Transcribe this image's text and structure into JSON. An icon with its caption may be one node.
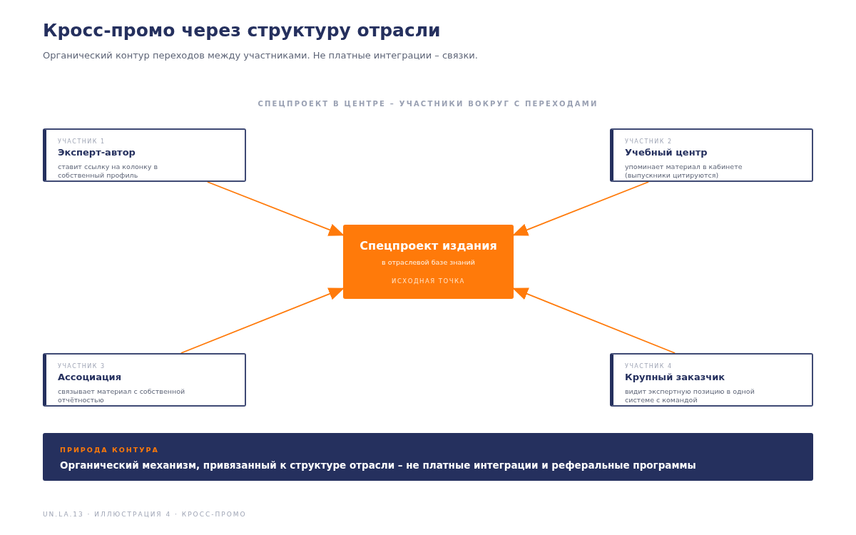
{
  "diagram": {
    "title": "Кросс-промо через структуру отрасли",
    "nodes": [
      {
        "text": [
          "УЧАСТНИК 1",
          "Эксперт-автор",
          "ставит ссылку на колонку в собственный профиль"
        ]
      },
      {
        "text": [
          "УЧАСТНИК 2",
          "Учебный центр",
          "упоминает материал в кабинете (выпускники цитируются)"
        ]
      },
      {
        "text": [
          "УЧАСТНИК 3",
          "Ассоциация",
          "связывает материал с собственной отчётностью"
        ]
      },
      {
        "text": [
          "УЧАСТНИК 4",
          "Крупный заказчик",
          "видит экспертную позицию в одной системе с командой"
        ]
      },
      {
        "text": [
          "Спецпроект издания",
          "в отраслевой базе знаний",
          "ИСХОДНАЯ ТОЧКА"
        ]
      },
      {
        "text": [
          "ПРИРОДА КОНТУРА",
          "Органический механизм, привязанный к структуре отрасли – не платные интеграции и реферальные программы"
        ]
      }
    ],
    "edges": [
      {
        "from": 0,
        "to": 4,
        "arrow": "to"
      },
      {
        "from": 1,
        "to": 4,
        "arrow": "to"
      },
      {
        "from": 2,
        "to": 4,
        "arrow": "to"
      },
      {
        "from": 3,
        "to": 4,
        "arrow": "to"
      }
    ],
    "labels": [
      "Органический контур переходов между участниками. Не платные интеграции – связки.",
      "СПЕЦПРОЕКТ В ЦЕНТРЕ – УЧАСТНИКИ ВОКРУГ С ПЕРЕХОДАМИ",
      "UN.LA.13 · ИЛЛЮСТРАЦИЯ 4 · КРОСС-ПРОМО"
    ]
  }
}
